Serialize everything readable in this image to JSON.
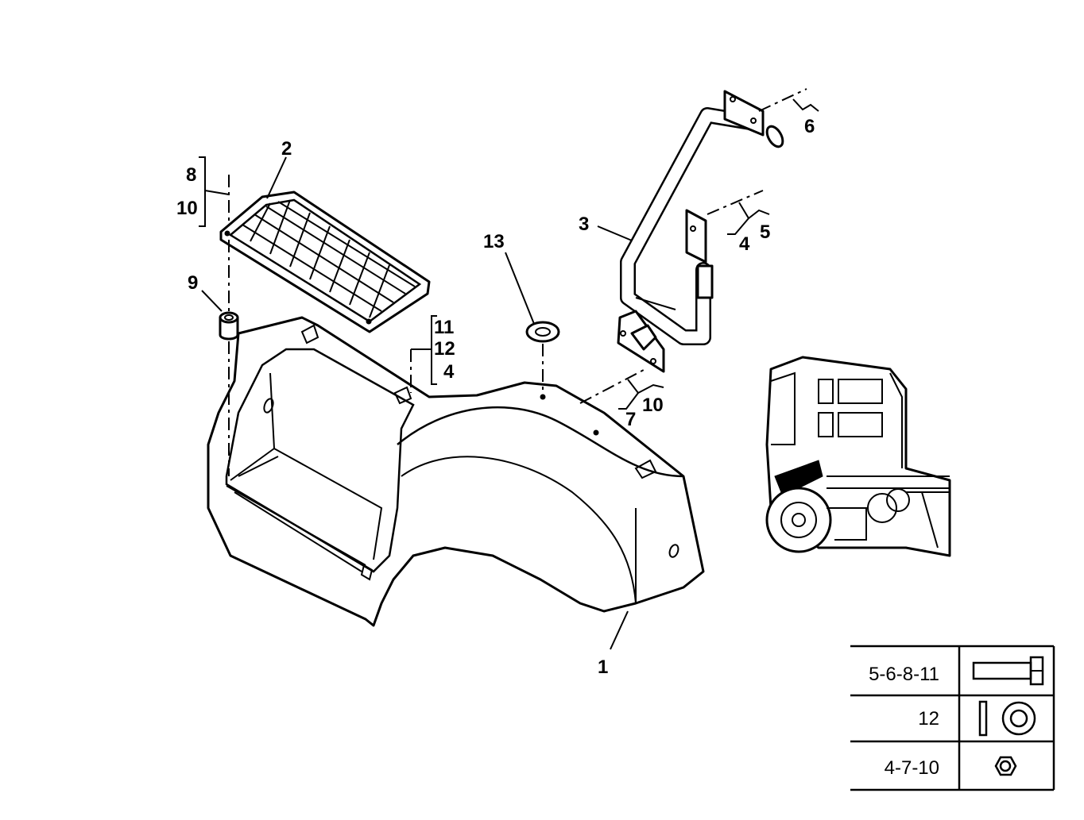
{
  "callouts": {
    "c1": "1",
    "c2": "2",
    "c3": "3",
    "c4a": "4",
    "c4b": "4",
    "c5": "5",
    "c6": "6",
    "c7": "7",
    "c8": "8",
    "c9": "9",
    "c10a": "10",
    "c10b": "10",
    "c11": "11",
    "c12": "12",
    "c13": "13"
  },
  "legend": {
    "rows": [
      {
        "label": "5-6-8-11",
        "icon": "bolt-icon"
      },
      {
        "label": "12",
        "icon": "washer-icon"
      },
      {
        "label": "4-7-10",
        "icon": "hex-nut-icon"
      }
    ]
  },
  "colors": {
    "line": "#000000",
    "background": "#ffffff"
  }
}
